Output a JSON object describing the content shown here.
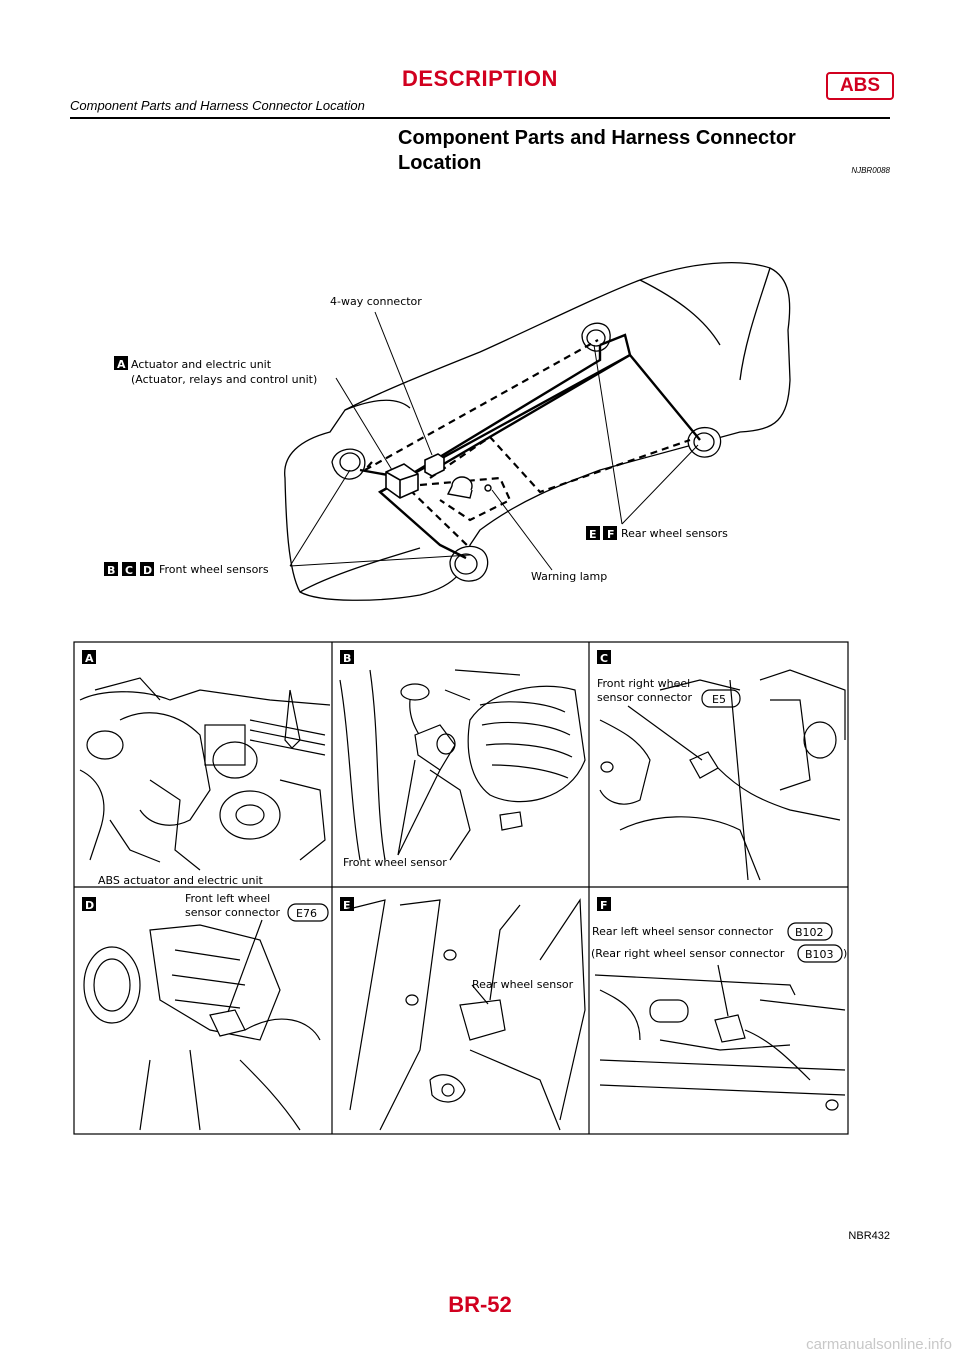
{
  "header": {
    "title": "DESCRIPTION",
    "badge": "ABS",
    "subtitle": "Component Parts and Harness Connector Location"
  },
  "section": {
    "heading": "Component Parts and Harness Connector Location",
    "code": "NJBR0088"
  },
  "overview": {
    "labels": {
      "four_way_connector": "4-way connector",
      "actuator_line1": "Actuator and electric unit",
      "actuator_line2": "(Actuator, relays and control unit)",
      "rear_wheel_sensors": "Rear wheel sensors",
      "front_wheel_sensors": "Front wheel sensors",
      "warning_lamp": "Warning lamp"
    },
    "markers": {
      "actuator": [
        "A"
      ],
      "front": [
        "B",
        "C",
        "D"
      ],
      "rear": [
        "E",
        "F"
      ]
    }
  },
  "panels": {
    "A": {
      "letter": "A",
      "caption": "ABS actuator and electric unit"
    },
    "B": {
      "letter": "B",
      "caption": "Front wheel sensor"
    },
    "C": {
      "letter": "C",
      "caption_line1": "Front right wheel",
      "caption_line2": "sensor connector",
      "connector": "E5"
    },
    "D": {
      "letter": "D",
      "caption_line1": "Front left wheel",
      "caption_line2": "sensor connector",
      "connector": "E76"
    },
    "E": {
      "letter": "E",
      "caption": "Rear wheel sensor"
    },
    "F": {
      "letter": "F",
      "line1": "Rear left wheel sensor connector",
      "connector1": "B102",
      "line2_open": "(Rear right wheel sensor connector",
      "connector2": "B103",
      "line2_close": ")"
    }
  },
  "figure_code": "NBR432",
  "page_number": "BR-52",
  "watermark": "carmanualsonline.info",
  "colors": {
    "accent": "#d1001f"
  }
}
